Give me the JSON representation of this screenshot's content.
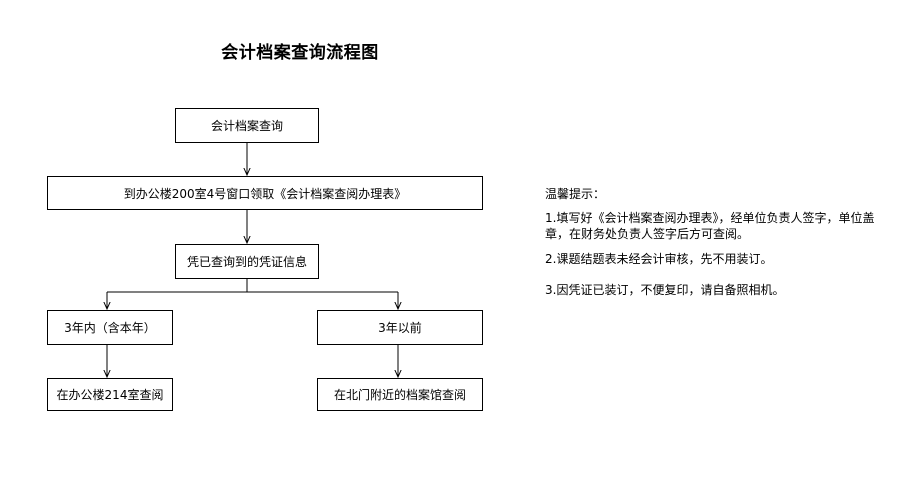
{
  "title": "会计档案查询流程图",
  "nodes": {
    "query": "会计档案查询",
    "form": "到办公楼200室4号窗口领取《会计档案查阅办理表》",
    "info": "凭已查询到的凭证信息",
    "within": "3年内（含本年）",
    "before": "3年以前",
    "office": "在办公楼214室查阅",
    "archive": "在北门附近的档案馆查阅"
  },
  "tips": {
    "heading": "温馨提示：",
    "items": [
      "1.填写好《会计档案查阅办理表》，经单位负责人签字，单位盖章，在财务处负责人签字后方可查阅。",
      "2.课题结题表未经会计审核，先不用装订。",
      "3.因凭证已装订，不便复印，请自备照相机。"
    ]
  }
}
